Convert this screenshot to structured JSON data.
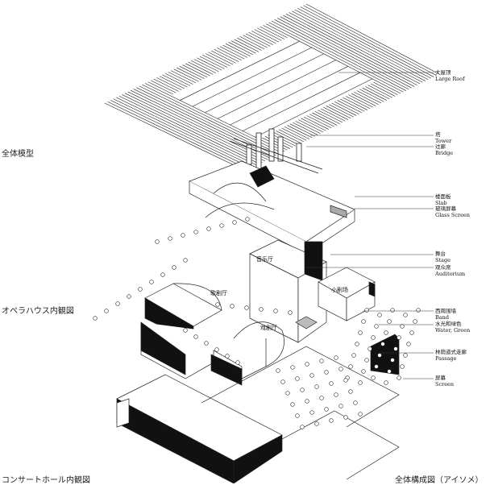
{
  "side_titles": {
    "whole_model": "全体模型",
    "opera_interior": "オペラハウス内観図",
    "concert_interior": "コンサートホール内観図",
    "isometric": "全体構成図（アイソメ）"
  },
  "legend": [
    {
      "zh": "大屋顶",
      "en": "Large Roof"
    },
    {
      "zh": "塔",
      "en": "Tower"
    },
    {
      "zh": "过廊",
      "en": "Bridge"
    },
    {
      "zh": "楼面板",
      "en": "Slab"
    },
    {
      "zh": "玻璃屏幕",
      "en": "Glass Screen"
    },
    {
      "zh": "舞台",
      "en": "Stage"
    },
    {
      "zh": "观众席",
      "en": "Auditorium"
    },
    {
      "zh": "西周围墙",
      "en": "Band"
    },
    {
      "zh": "水光和绿色",
      "en": "Water, Green"
    },
    {
      "zh": "林荫道式走廊",
      "en": "Passage"
    },
    {
      "zh": "屏幕",
      "en": "Screen"
    }
  ],
  "rooms": {
    "concert_hall": "音乐厅",
    "opera_hall": "歌剧厅",
    "small_theater": "小剧场",
    "drama_hall": "戏剧厅"
  }
}
